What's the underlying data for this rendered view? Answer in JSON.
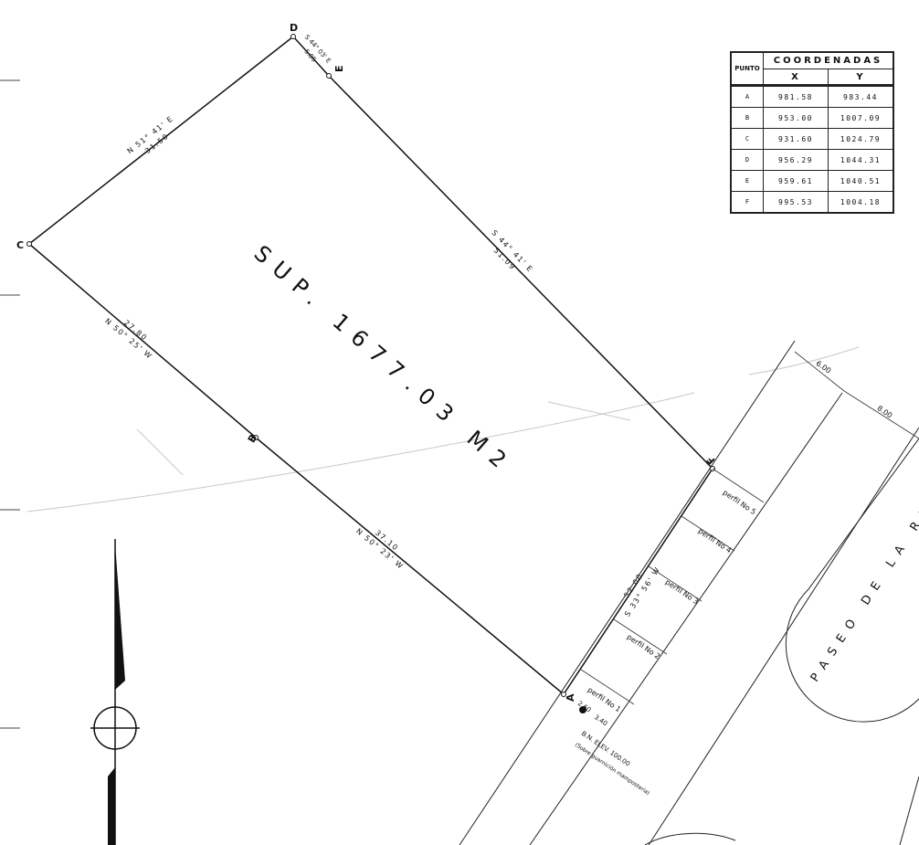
{
  "table": {
    "header_title": "COORDENADAS",
    "col_punto": "PUNTO",
    "col_x": "X",
    "col_y": "Y",
    "rows": [
      {
        "punto": "A",
        "x": "981.58",
        "y": "983.44"
      },
      {
        "punto": "B",
        "x": "953.00",
        "y": "1007.09"
      },
      {
        "punto": "C",
        "x": "931.60",
        "y": "1024.79"
      },
      {
        "punto": "D",
        "x": "956.29",
        "y": "1044.31"
      },
      {
        "punto": "E",
        "x": "959.61",
        "y": "1040.51"
      },
      {
        "punto": "F",
        "x": "995.53",
        "y": "1004.18"
      }
    ]
  },
  "plan": {
    "area_label": "SUP. 1677.03 M2",
    "street_label": "PASEO DE LA RE",
    "vertices": {
      "a": "A",
      "b": "B",
      "c": "C",
      "d": "D",
      "e": "E",
      "f": "F"
    },
    "segments": {
      "cd_bearing": "N 51° 41' E",
      "cd_dist": "31.50",
      "de_bearing": "S 44° 03' E",
      "de_dist": "5.05",
      "ef_bearing": "S 44° 41' E",
      "ef_dist": "51.09",
      "cb_dist": "27.80",
      "cb_bearing": "N 50° 25' W",
      "ba_dist": "37.10",
      "ba_bearing": "N 50° 23' W",
      "fa_dist": "52.00",
      "fa_bearing": "S 33° 56' W"
    },
    "perfiles": [
      "perfil No 5",
      "perfil No 4",
      "perfil No 3",
      "perfil No 2",
      "perfil No 1"
    ],
    "dims": {
      "street_width_1": "6.00",
      "street_width_2": "8.00",
      "dist_a": "2.60",
      "dist_b": "3.40"
    },
    "benchmark": {
      "line1": "B.N. ELEV. 100.00",
      "line2": "(Sobre guarnición mampostería)"
    }
  }
}
